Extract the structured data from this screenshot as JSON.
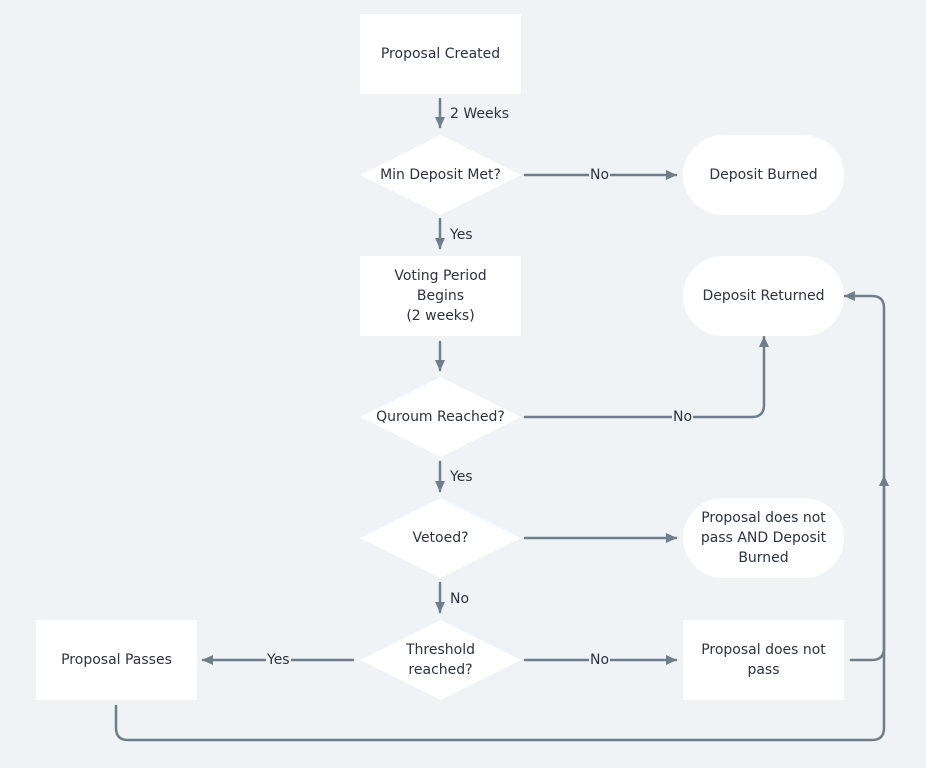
{
  "colors": {
    "background": "#eff3f6",
    "node_fill": "#ffffff",
    "edge": "#6f7e8c",
    "text": "#2b3440"
  },
  "nodes": {
    "proposal_created": "Proposal Created",
    "min_deposit_met": "Min Deposit Met?",
    "deposit_burned": "Deposit Burned",
    "voting_period": "Voting Period Begins\n(2 weeks)",
    "deposit_returned": "Deposit Returned",
    "quorum_reached": "Quroum Reached?",
    "vetoed": "Vetoed?",
    "not_pass_burned": "Proposal does not\npass AND Deposit\nBurned",
    "threshold_reached": "Threshold\nreached?",
    "proposal_passes": "Proposal Passes",
    "proposal_not_pass": "Proposal does not\npass"
  },
  "edge_labels": {
    "created_to_deposit": "2 Weeks",
    "deposit_yes": "Yes",
    "deposit_no": "No",
    "quorum_no": "No",
    "quorum_yes": "Yes",
    "vetoed_no": "No",
    "threshold_yes": "Yes",
    "threshold_no": "No"
  }
}
